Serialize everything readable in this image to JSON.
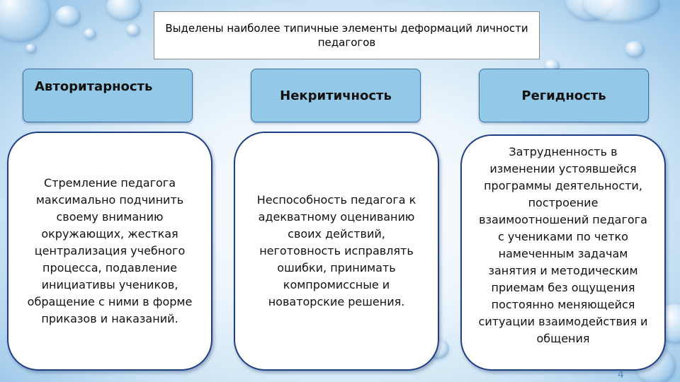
{
  "title": "Выделены наиболее типичные элементы деформаций личности педагогов",
  "columns": [
    {
      "header": "Авторитарность",
      "text": "Стремление педагога максимально подчинить своему вниманию окружающих, жесткая централизация учебного процесса, подавление инициативы учеников, обращение с ними в форме приказов и наказаний."
    },
    {
      "header": "Некритичность",
      "text": "Неспособность педагога к адекватному оцениванию своих действий, неготовность исправлять ошибки, принимать компромиссные и новаторские решения."
    },
    {
      "header": "Регидность",
      "text": "Затрудненность в изменении устоявшейся программы деятельности, построение взаимоотношений педагога с учениками по четко намеченным задачам занятия и методическим приемам без ощущения постоянно меняющейся ситуации взаимодействия и общения"
    }
  ],
  "page_number": "4",
  "colors": {
    "header_fill": "#93c8e7",
    "card_border": "#1f3e86",
    "background": "#c9e2f4"
  }
}
